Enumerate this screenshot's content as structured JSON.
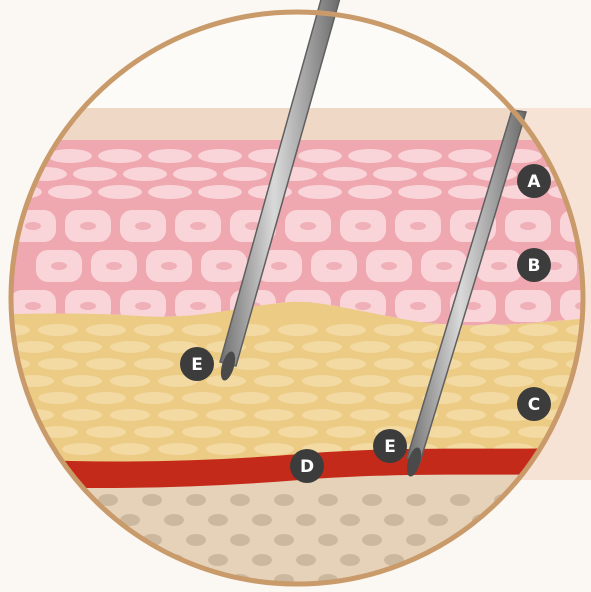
{
  "labels": {
    "a": "A",
    "b": "B",
    "c": "C",
    "d": "D",
    "e1": "E",
    "e2": "E"
  },
  "colors": {
    "background": "#fbf7f3",
    "circle_border": "#c99a6a",
    "stratum_corneum": "#f0d8c6",
    "epidermis": "#efa7b0",
    "epidermis_cell": "#f9d5d9",
    "dermis": "#eccb85",
    "dermis_cell": "#f3daa2",
    "blood_vessel": "#c42a1a",
    "muscle": "#e6d2b8",
    "muscle_dot": "#cbb89e",
    "needle": "#9a9a9a",
    "marker": "#3c3c3c"
  }
}
